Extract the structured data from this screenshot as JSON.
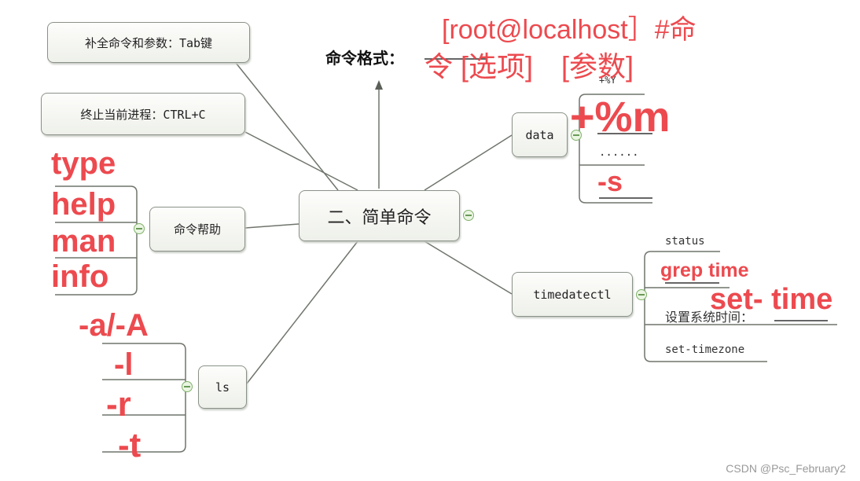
{
  "center": "二、简单命令",
  "format_label": "命令格式：",
  "nodes": {
    "tab": "补全命令和参数：Tab键",
    "ctrl": "终止当前进程：CTRL+C",
    "help": "命令帮助",
    "ls": "ls",
    "data": "data",
    "timedatectl": "timedatectl"
  },
  "data_leaves": [
    "+%Y",
    "......"
  ],
  "timedatectl_leaves": [
    "status",
    "设置系统时间：",
    "set-timezone"
  ],
  "annotations": {
    "format_line1": "[root@localhost］#命",
    "format_line2": "令 [选项]　[参数]",
    "data_m": "+%m",
    "data_s": "-s",
    "grep": "grep time",
    "settime": "set- time",
    "help": [
      "type",
      "help",
      "man",
      "info"
    ],
    "ls": [
      "-a/-A",
      "-l",
      "-r",
      "-t"
    ]
  },
  "watermark": "CSDN @Psc_February2"
}
